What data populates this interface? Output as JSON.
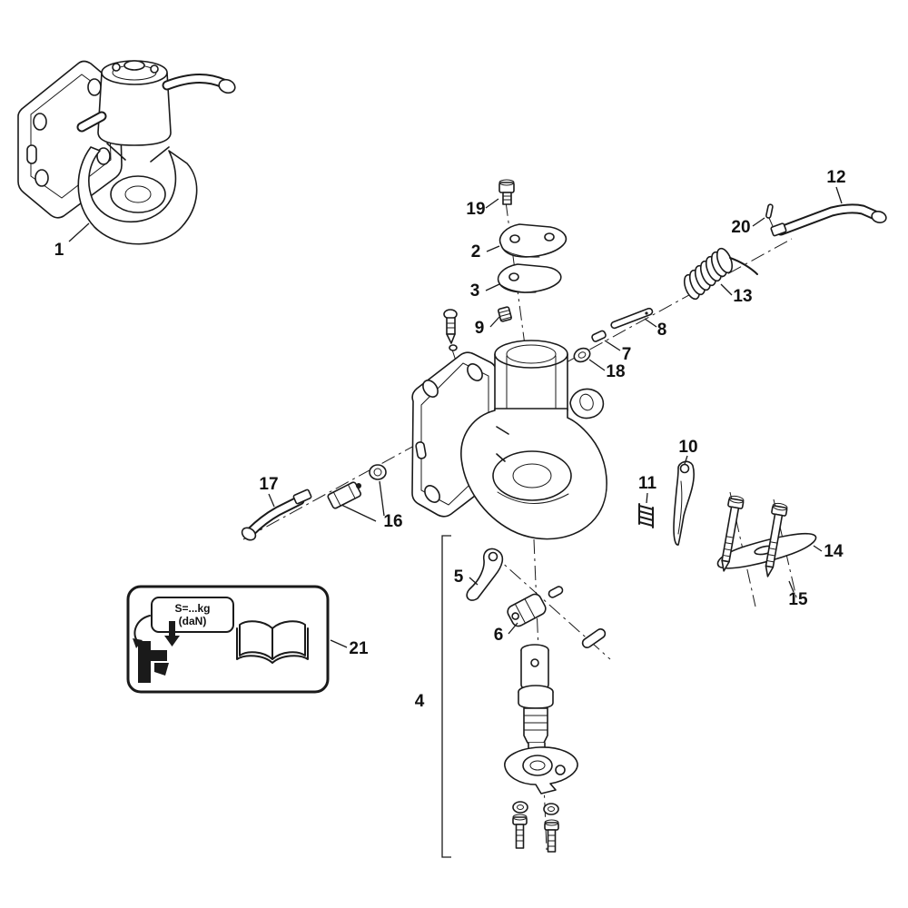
{
  "diagram": {
    "kind": "exploded-parts-diagram",
    "background_color": "#ffffff",
    "line_color": "#1a1a1a"
  },
  "part_labels": [
    "1",
    "2",
    "3",
    "4",
    "5",
    "6",
    "7",
    "8",
    "9",
    "10",
    "11",
    "12",
    "13",
    "14",
    "15",
    "16",
    "17",
    "18",
    "19",
    "20",
    "21"
  ],
  "sticker": {
    "line1": "S=...kg",
    "line2": "(daN)"
  }
}
